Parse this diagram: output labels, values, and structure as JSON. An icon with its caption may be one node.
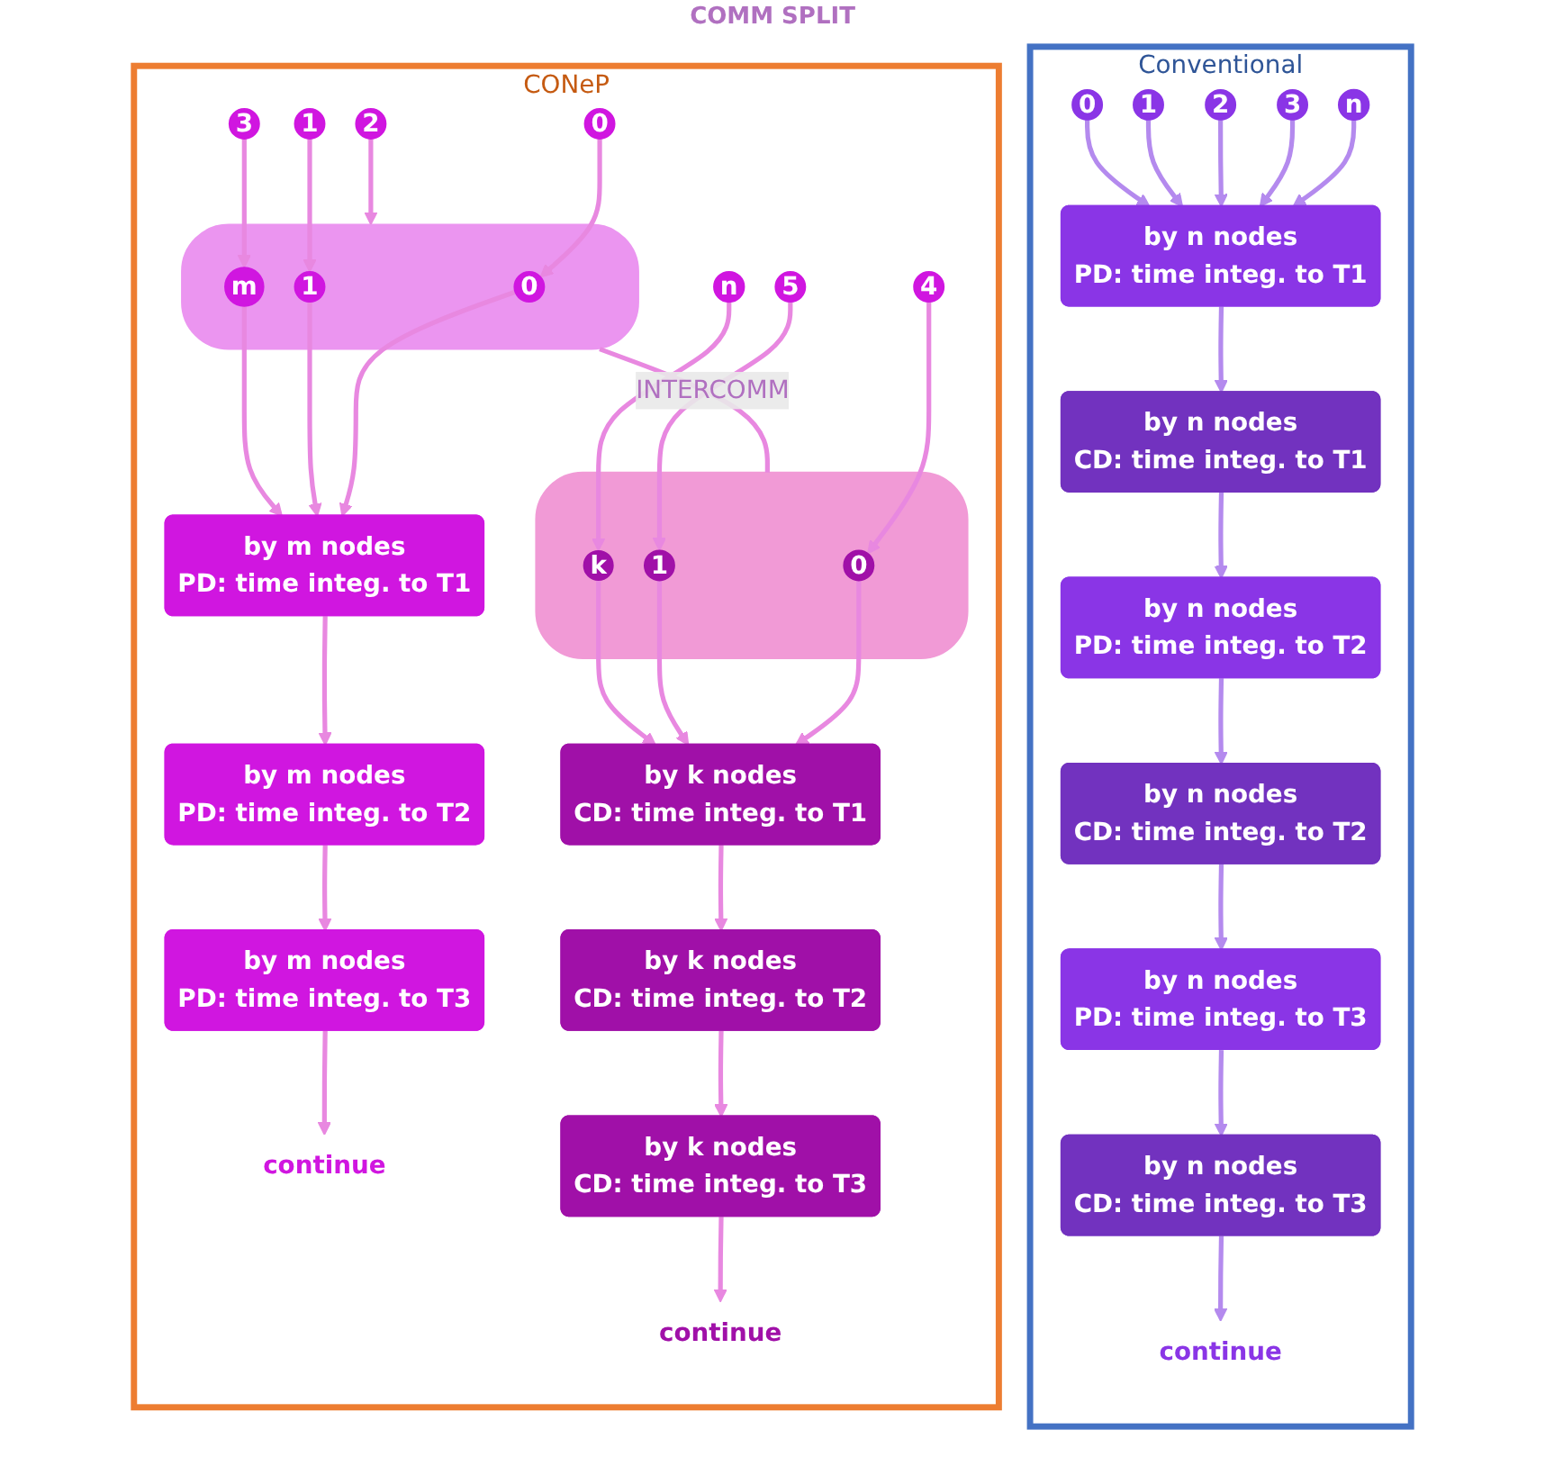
{
  "diagram": {
    "nodes": [
      {
        "text": [
          "Conventional"
        ]
      },
      {
        "text": [
          "0"
        ],
        "in": 0
      },
      {
        "text": [
          "1"
        ],
        "in": 0
      },
      {
        "text": [
          "2"
        ],
        "in": 0
      },
      {
        "text": [
          "3"
        ],
        "in": 0
      },
      {
        "text": [
          "n"
        ],
        "in": 0
      },
      {
        "text": [
          "by n nodes",
          "PD: time integ. to T1"
        ],
        "in": 0
      },
      {
        "text": [
          "by n nodes",
          "CD: time integ. to T1"
        ],
        "in": 0
      },
      {
        "text": [
          "by n nodes",
          "PD: time integ. to T2"
        ],
        "in": 0
      },
      {
        "text": [
          "by n nodes",
          "CD: time integ. to T2"
        ],
        "in": 0
      },
      {
        "text": [
          "by n nodes",
          "PD: time integ. to T3"
        ],
        "in": 0
      },
      {
        "text": [
          "by n nodes",
          "CD: time integ. to T3"
        ],
        "in": 0
      },
      {
        "text": [
          "continue"
        ],
        "in": 0
      },
      {
        "text": [
          "CONeP"
        ]
      },
      {
        "text": [
          "0"
        ],
        "in": 13
      },
      {
        "text": [
          "1"
        ],
        "in": 13
      },
      {
        "text": [
          "2"
        ],
        "in": 13
      },
      {
        "text": [
          "3"
        ],
        "in": 13
      },
      {
        "text": [
          "4"
        ],
        "in": 13
      },
      {
        "text": [
          "5"
        ],
        "in": 13
      },
      {
        "text": [
          "n"
        ],
        "in": 13
      },
      {
        "text": [],
        "shape": "bar",
        "in": 13
      },
      {
        "text": [
          "0"
        ],
        "in": 21
      },
      {
        "text": [
          "1"
        ],
        "in": 21
      },
      {
        "text": [
          "m"
        ],
        "in": 21
      },
      {
        "text": [],
        "shape": "bar",
        "in": 13
      },
      {
        "text": [
          "0"
        ],
        "in": 25
      },
      {
        "text": [
          "1"
        ],
        "in": 25
      },
      {
        "text": [
          "k"
        ],
        "in": 25
      },
      {
        "text": [
          "by m nodes",
          "PD: time integ. to T1"
        ],
        "in": 13
      },
      {
        "text": [
          "by m nodes",
          "PD: time integ. to T2"
        ],
        "in": 13
      },
      {
        "text": [
          "by m nodes",
          "PD: time integ. to T3"
        ],
        "in": 13
      },
      {
        "text": [
          "continue"
        ],
        "in": 13
      },
      {
        "text": [
          "by k nodes",
          "CD: time integ. to T1"
        ],
        "in": 13
      },
      {
        "text": [
          "by k nodes",
          "CD: time integ. to T2"
        ],
        "in": 13
      },
      {
        "text": [
          "by k nodes",
          "CD: time integ. to T3"
        ],
        "in": 13
      },
      {
        "text": [
          "continue"
        ],
        "in": 13
      }
    ],
    "edges": [
      {
        "from": 1,
        "to": 6,
        "arrow": "to"
      },
      {
        "from": 2,
        "to": 6,
        "arrow": "to"
      },
      {
        "from": 3,
        "to": 6,
        "arrow": "to"
      },
      {
        "from": 4,
        "to": 6,
        "arrow": "to"
      },
      {
        "from": 5,
        "to": 6,
        "arrow": "to"
      },
      {
        "from": 6,
        "to": 7,
        "arrow": "to"
      },
      {
        "from": 7,
        "to": 8,
        "arrow": "to"
      },
      {
        "from": 8,
        "to": 9,
        "arrow": "to"
      },
      {
        "from": 9,
        "to": 10,
        "arrow": "to"
      },
      {
        "from": 10,
        "to": 11,
        "arrow": "to"
      },
      {
        "from": 11,
        "to": 12,
        "arrow": "to"
      },
      {
        "from": 14,
        "to": 22,
        "arrow": "to"
      },
      {
        "from": 15,
        "to": 23,
        "arrow": "to"
      },
      {
        "from": 16,
        "to": 21,
        "arrow": "to"
      },
      {
        "from": 17,
        "to": 24,
        "arrow": "to"
      },
      {
        "from": 18,
        "to": 26,
        "arrow": "to"
      },
      {
        "from": 19,
        "to": 27,
        "arrow": "to"
      },
      {
        "from": 20,
        "to": 28,
        "arrow": "to"
      },
      {
        "from": 21,
        "to": 25,
        "arrow": "none",
        "label": "INTERCOMM"
      },
      {
        "from": 22,
        "to": 29,
        "arrow": "to"
      },
      {
        "from": 23,
        "to": 29,
        "arrow": "to"
      },
      {
        "from": 24,
        "to": 29,
        "arrow": "to"
      },
      {
        "from": 26,
        "to": 33,
        "arrow": "to"
      },
      {
        "from": 27,
        "to": 33,
        "arrow": "to"
      },
      {
        "from": 28,
        "to": 33,
        "arrow": "to"
      },
      {
        "from": 29,
        "to": 30,
        "arrow": "to"
      },
      {
        "from": 30,
        "to": 31,
        "arrow": "to"
      },
      {
        "from": 31,
        "to": 32,
        "arrow": "to"
      },
      {
        "from": 33,
        "to": 34,
        "arrow": "to"
      },
      {
        "from": 34,
        "to": 35,
        "arrow": "to"
      },
      {
        "from": 35,
        "to": 36,
        "arrow": "to"
      }
    ],
    "labels": [
      "COMM SPLIT"
    ]
  }
}
